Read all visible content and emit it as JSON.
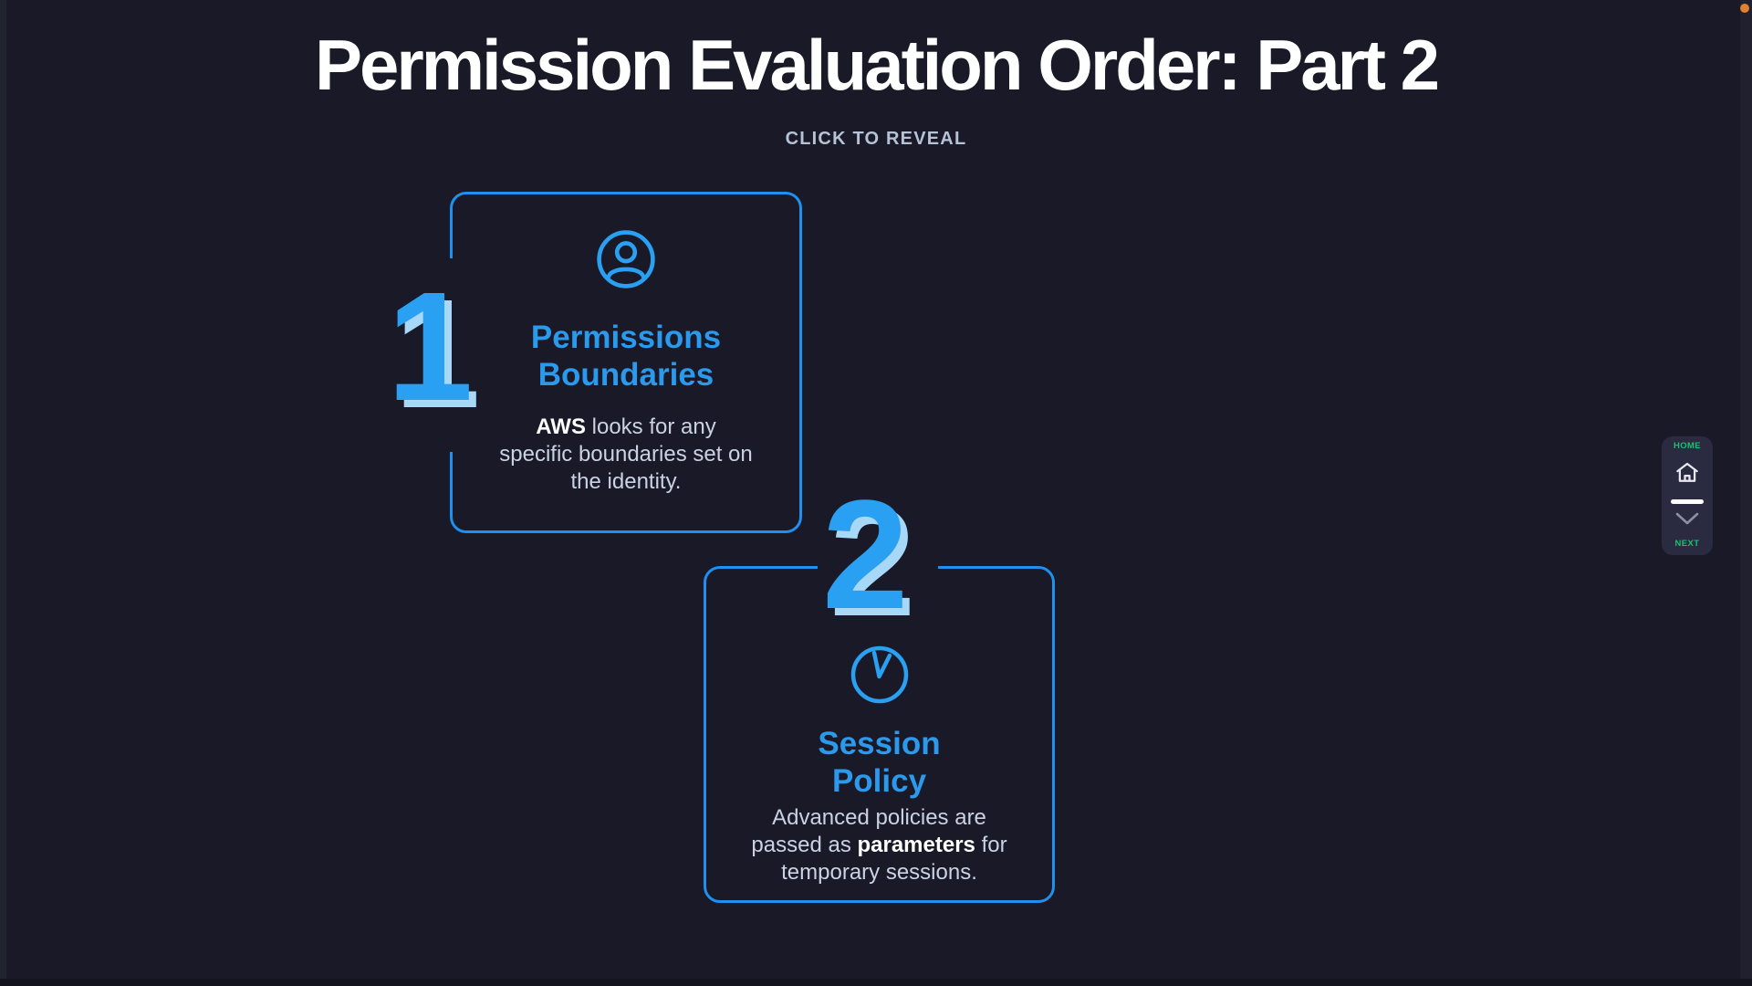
{
  "page": {
    "title": "Permission Evaluation Order: Part 2",
    "subtitle": "CLICK TO REVEAL"
  },
  "colors": {
    "background": "#191927",
    "card_border_blue": "#2090f0",
    "number_blue": "#2aa0f3",
    "number_shadow_blue": "#a8d8f7",
    "card_title_blue": "#2b99ec",
    "body_text": "#c9d3e4",
    "bold_text": "#ffffff",
    "nav_green": "#1dbf73",
    "orange_dot": "#e08030"
  },
  "cards": [
    {
      "number": "1",
      "icon": "user-icon",
      "title_line1": "Permissions",
      "title_line2": "Boundaries",
      "body_line1_bold": "AWS",
      "body_line1_rest": " looks for any",
      "body_line2": "specific boundaries set on",
      "body_line3": "the identity."
    },
    {
      "number": "2",
      "icon": "clock-icon",
      "title_line1": "Session",
      "title_line2": "Policy",
      "body_line1": "Advanced policies are",
      "body_line2_pre": "passed as ",
      "body_line2_bold": "parameters",
      "body_line2_post": " for",
      "body_line3": "temporary sessions."
    }
  ],
  "nav": {
    "home_label": "HOME",
    "next_label": "NEXT"
  }
}
